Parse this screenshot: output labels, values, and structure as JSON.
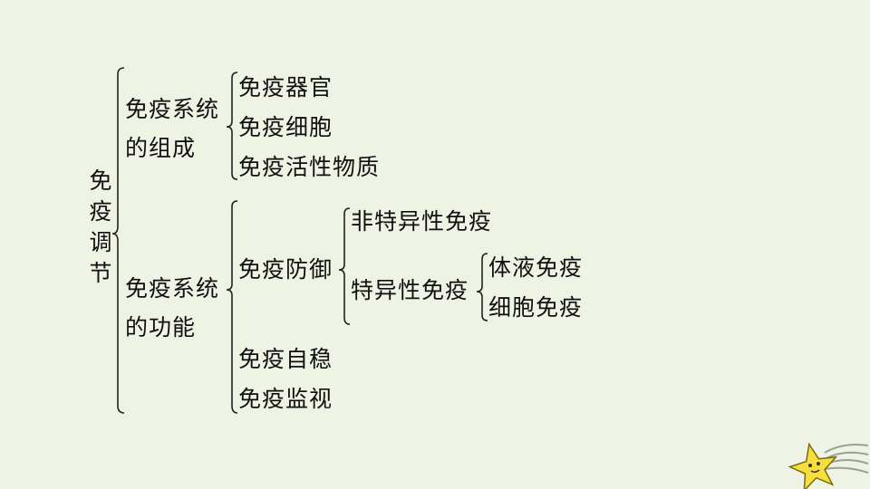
{
  "root": {
    "label": "免疫调节"
  },
  "branches": [
    {
      "label": "免疫系统的组成",
      "line1": "免疫系统",
      "line2": "的组成",
      "children": [
        "免疫器官",
        "免疫细胞",
        "免疫活性物质"
      ]
    },
    {
      "label": "免疫系统的功能",
      "line1": "免疫系统",
      "line2": "的功能",
      "children": [
        {
          "label": "免疫防御",
          "children": [
            {
              "label": "非特异性免疫"
            },
            {
              "label": "特异性免疫",
              "children": [
                "体液免疫",
                "细胞免疫"
              ]
            }
          ]
        },
        {
          "label": "免疫自稳"
        },
        {
          "label": "免疫监视"
        }
      ]
    }
  ]
}
